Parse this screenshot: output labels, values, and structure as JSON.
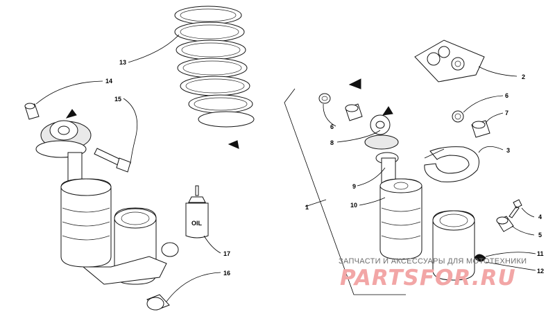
{
  "callouts": {
    "c1": "1",
    "c2": "2",
    "c3": "3",
    "c4": "4",
    "c5": "5",
    "c6a": "6",
    "c6b": "6",
    "c7": "7",
    "c8": "8",
    "c9": "9",
    "c10": "10",
    "c11": "11",
    "c12": "12",
    "c13": "13",
    "c14": "14",
    "c15": "15",
    "c16": "16",
    "c17": "17"
  },
  "bottle_label": "OIL",
  "watermark": {
    "top_text": "ЗАПЧАСТИ И АКСЕССУАРЫ ДЛЯ МОТОТЕХНИКИ",
    "logo_text": "PARTSFOR.RU"
  },
  "colors": {
    "line": "#000000",
    "watermark_text": "#6d6d6d",
    "watermark_logo": "#f2a6a6"
  }
}
